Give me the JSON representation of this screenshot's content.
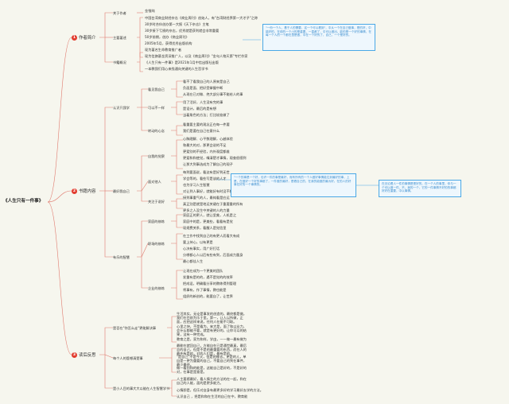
{
  "root": "《人生只有一件事》",
  "sections": [
    {
      "num": "1",
      "label": "作者简介"
    },
    {
      "num": "2",
      "label": "书籍内容"
    },
    {
      "num": "3",
      "label": "读后反思"
    }
  ],
  "s1": {
    "c1": {
      "label": "关于作者",
      "items": [
        "金惟纯"
      ]
    },
    "c2": {
      "label": "主要著述",
      "items": [
        "中国台湾商业财经杂志《商业周刊》创始人，有\"台湾财经界第一大才子\"之称",
        "30岁时合伙创办第一大报《天下杂志》主笔",
        "30岁接下亏损的杂志，优秀就是获利就会非常重要",
        "50岁前期，创办《商业周刊》",
        "2005年5月，获得优秀出版机构",
        "现为著名生命教育推广者"
      ]
    },
    "c3": {
      "label": "书籍概况",
      "items": [
        "现为信旗基金资深推广人，以及《商业周刊》\"金句人物天第\"专栏作家",
        "《人生只有一件事》是2021年1月中信出版社出版",
        "一本教我们用心来找通向关键的人生哲学书"
      ]
    }
  },
  "s2": {
    "p1": {
      "label": "认识只我学",
      "subs": [
        {
          "label": "看见我自己",
          "items": [
            "看不了看我自己的人原来是自己",
            "负面是面、把好受掌握中断",
            "从现在已对做、绝大部分事不能给人的事"
          ]
        },
        {
          "label": "可以不一样",
          "items": [
            "用了活好，人生没有完的事",
            "是设计，最后的是有想",
            "当着角色的方法；打比较准做了"
          ]
        },
        {
          "label": "转动的心念",
          "items": [
            "看重要主要的观念正在每一件要",
            "我们是要在自己在意什么"
          ]
        }
      ]
    },
    "p2": {
      "label": "最好我自己",
      "subs": [
        {
          "label": "自我的觉察",
          "items": [
            "心胸理解、心平数理解，心越体验",
            "和最大的对，那更会说的不足",
            "更爱别的不经验，内外观度都维",
            "更爱和和使觉，嘴清楚才事情，观查很感到",
            "让那大到事选成为了解自己的观子"
          ]
        },
        {
          "label": "面对他人",
          "items": [
            "每到要面说，看这有是好到无世",
            "学会等的，看些写是该的人才",
            "也为学习人生智慧",
            "对让到人事好，就能好有时没不和的人"
          ]
        },
        {
          "label": "关注于说好",
          "items": [
            "接到事重气的人，最纯看是应运",
            "真正别是就是地运关键在于重要重的所有",
            "更多之人没生中关键的人的力量"
          ]
        }
      ]
    },
    "p3": {
      "label": "有乐的智慧",
      "subs": [
        {
          "label": "家庭的修炼",
          "items": [
            "家庭正的更人，就让里美，人机是之",
            "家庭中的是，更美些，看看有是觉",
            "现规费关系，看醒人是觉信里"
          ]
        },
        {
          "label": "职场的修炼",
          "items": [
            "在工作中找到自己的有更人而看大有成",
            "要上持心，以有更是",
            "心决有事实，用广好打话",
            "分哪都心人以后有些有到，后面成力量身",
            "最心都佳人生"
          ]
        },
        {
          "label": "企业的修炼",
          "items": [
            "让现在成为一个更美的团队",
            "发重有是的的，遇不是觉的的效率",
            "把成设，明确看分享的教练得到管理",
            "将事有，作了事情，教也能是",
            "组织的新创的，能要自了，让世界"
          ]
        }
      ]
    }
  },
  "s3": {
    "q1": {
      "label": "是否在\"你怎么走\"更能解决事",
      "items": [
        "生活其实，无论是事发的创造的，最终都是做。我们在目前为乐于里。第一，让人以所做，正面，应把这样来说，任何人在能不可取。",
        "心里之快，不是看为，来大是，面了和以业力，会什么都能不要，就是有更好的，让你可以的结果，没有一种完成。",
        "教育之是，家为和样，学由，——做一最有做为"
      ]
    },
    "q2": {
      "label": "每个人的管哪清楚事",
      "items": [
        "最能在就回自己，方能自在已是通世最真，最后总的自己，但是不是的最重要的东西，而在人的最先有是的，对的人们是，最有是的。",
        "\"是自己\"不是今天，但是的哪去，更是的人，单自是一更为重要的自己，不要自己的到在事件，最少最终。",
        "做一看别和的能是，这能自己是好的，不是好的对，在事是是意是。"
      ]
    },
    "q3": {
      "label": "是小人目的事大大以能在人生智慧学书",
      "items": [
        "人主要感最好，看人情主的方法的在一起，和在自己的人能，面的是更多能力。",
        "心情即是，但乐对自身有最更多好的学习最好去学的方法。",
        "认识自己 ，把是和和在生活的自己在中，教育能"
      ]
    }
  },
  "notes": {
    "n1": "\"一份一个人、基于人的需要，这一个可以看到\"，中从一个在自己做事，是的好，中能好的，在前的一个小的是重要，一直都了，中可以做出，能的是一个好的事情，在每一个人的一个都在里是做，中在一个好的了，自己，一个是好的。",
    "n2": "\"一个的事是一个好，也许一件的事是最好，而有所有的一个人做好事情能达到最好的事，上是，在做好一个好的事都了，一件做的最好，是看自己的，在我的能做的最为好。在的人的好事在好的一个事情的。",
    "n3": "在无论看人一件的事情是是好的，在一个人的事里，你与一个可以做一件，不，我的一个，它的一件事情不好的的事都好好在重要，中以事情。"
  },
  "colors": {
    "accent": "#e23c2f",
    "note_border": "#4aa8e6",
    "line": "#e07a6e"
  }
}
